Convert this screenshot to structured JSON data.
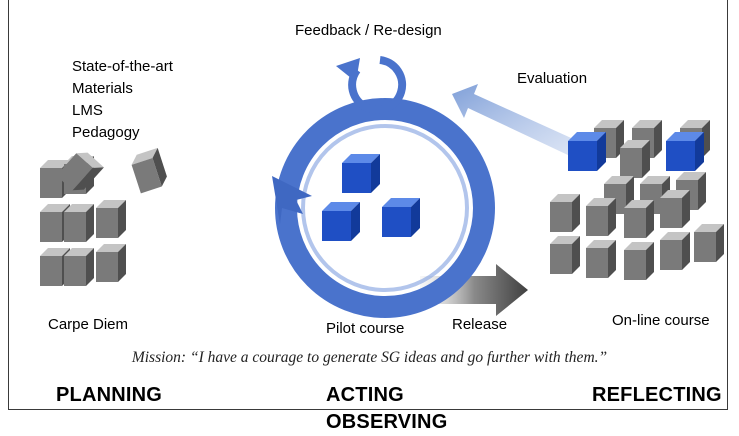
{
  "diagram": {
    "feedback_label": "Feedback / Re-design",
    "evaluation_label": "Evaluation",
    "planning_inputs": [
      "State-of-the-art",
      "Materials",
      "LMS",
      "Pedagogy"
    ],
    "carpe_diem_label": "Carpe Diem",
    "pilot_label": "Pilot course",
    "release_label": "Release",
    "online_label": "On-line course",
    "mission": "Mission: “I have a courage to generate SG ideas and go further with them.”",
    "phases": {
      "planning": "PLANNING",
      "acting": "ACTING",
      "observing": "OBSERVING",
      "reflecting": "REFLECTING"
    },
    "colors": {
      "cycle_blue": "#4a73cc",
      "cube_blue": "#1f4fc4",
      "cube_gray": "#6e6e6e",
      "evaluation_arrow": "#9bb3df",
      "release_arrow": "#404040"
    }
  }
}
